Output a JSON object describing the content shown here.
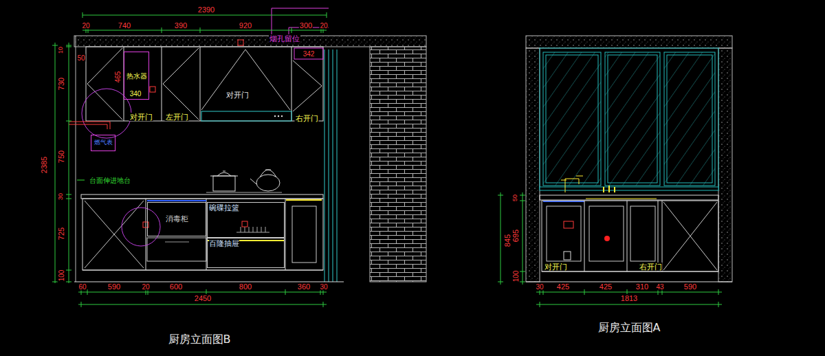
{
  "diagram": {
    "nodes": [
      {
        "text": [
          "热水器"
        ]
      },
      {
        "text": [
          "燃气表"
        ]
      },
      {
        "text": [
          "消毒柜"
        ]
      },
      {
        "text": [
          "碗碟拉篮"
        ]
      },
      {
        "text": [
          "百隆抽屉"
        ]
      }
    ],
    "labels": [
      "2390",
      "20",
      "740",
      "390",
      "920",
      "300",
      "20",
      "烟孔留位",
      "342",
      "2385",
      "10",
      "730",
      "750",
      "30",
      "725",
      "100",
      "50",
      "465",
      "340",
      "对开门",
      "左开门",
      "对开门",
      "右开门",
      "台面伸进地台",
      "60",
      "590",
      "20",
      "600",
      "800",
      "360",
      "30",
      "2450",
      "厨房立面图B",
      "50",
      "695",
      "100",
      "845",
      "30",
      "425",
      "425",
      "310",
      "43",
      "590",
      "1813",
      "对开门",
      "右开门",
      "厨房立面图A"
    ]
  }
}
